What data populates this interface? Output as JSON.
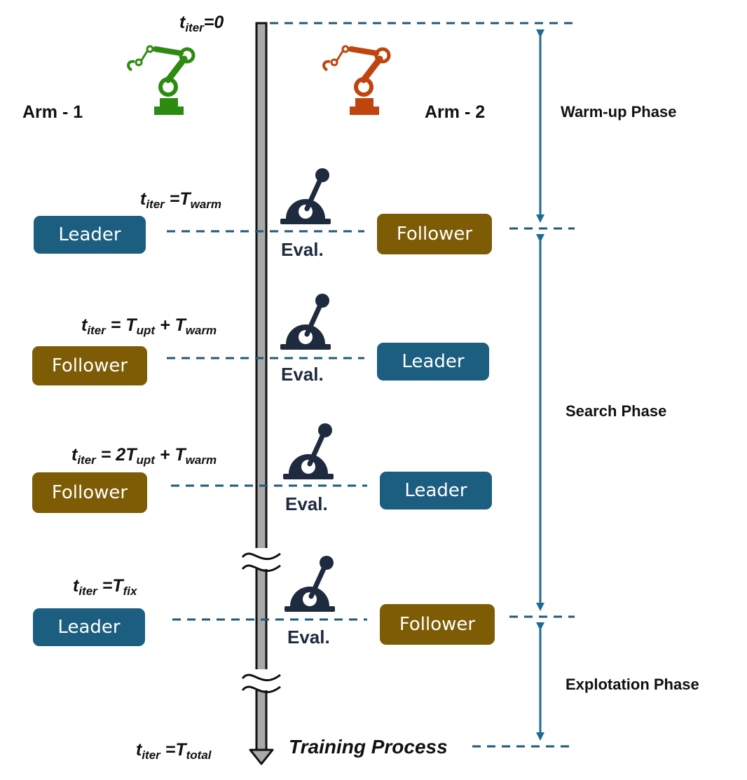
{
  "colors": {
    "leader": "#1b5e80",
    "follower": "#7d5c05",
    "arm1": "#2e8b12",
    "arm2": "#c0440e",
    "dash": "#1f5a7a",
    "timeline": "#a9a9a9",
    "lever": "#1e2a3e",
    "arrow": "#1f6a94"
  },
  "arms": {
    "arm1_label": "Arm - 1",
    "arm2_label": "Arm - 2",
    "arm1_icon": "robot-arm-icon",
    "arm2_icon": "robot-arm-icon"
  },
  "times": {
    "t0": {
      "base": "t",
      "sub": "iter",
      "rest": "=0"
    },
    "t_warm": {
      "prefix": "t",
      "sub1": "iter",
      "mid": " =T",
      "sub2": "warm"
    },
    "t_upt1": {
      "prefix": "t",
      "sub1": "iter",
      "mid": " = T",
      "sub2": "upt",
      "mid2": " + T",
      "sub3": "warm"
    },
    "t_upt2": {
      "prefix": "t",
      "sub1": "iter",
      "mid": " = 2T",
      "sub2": "upt",
      "mid2": " + T",
      "sub3": "warm"
    },
    "t_fix": {
      "prefix": "t",
      "sub1": "iter",
      "mid": " =T",
      "sub2": "fix"
    },
    "t_total": {
      "prefix": "t",
      "sub1": "iter",
      "mid": " =T",
      "sub2": "total"
    }
  },
  "rows": [
    {
      "left": "Leader",
      "right": "Follower",
      "eval": "Eval."
    },
    {
      "left": "Follower",
      "right": "Leader",
      "eval": "Eval."
    },
    {
      "left": "Follower",
      "right": "Leader",
      "eval": "Eval."
    },
    {
      "left": "Leader",
      "right": "Follower",
      "eval": "Eval."
    }
  ],
  "phases": {
    "warmup": "Warm-up Phase",
    "search": "Search Phase",
    "exploitation": "Explotation Phase"
  },
  "footer": {
    "training": "Training Process"
  },
  "icons": {
    "lever": "lever-switch-icon",
    "break": "axis-break-icon"
  }
}
